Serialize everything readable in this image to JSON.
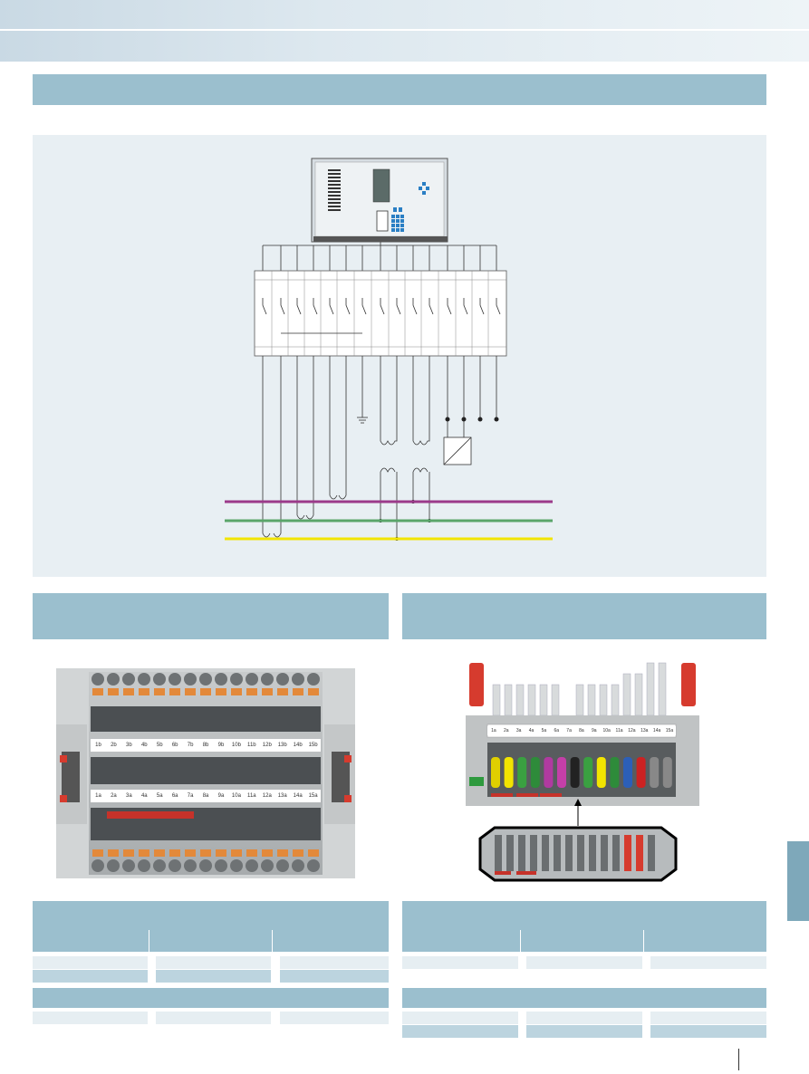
{
  "diagram": {
    "colors": {
      "phase_1": "#9b3a8a",
      "phase_2": "#5aa56a",
      "phase_3": "#f2e400"
    }
  },
  "photo_left": {
    "row_b_labels": [
      "1b",
      "2b",
      "3b",
      "4b",
      "5b",
      "6b",
      "7b",
      "8b",
      "9b",
      "10b",
      "11b",
      "12b",
      "13b",
      "14b",
      "15b"
    ],
    "row_a_labels": [
      "1a",
      "2a",
      "3a",
      "4a",
      "5a",
      "6a",
      "7a",
      "8a",
      "9a",
      "10a",
      "11a",
      "12a",
      "13a",
      "14a",
      "15a"
    ]
  },
  "photo_right": {
    "labels": [
      "1a",
      "2a",
      "3a",
      "4a",
      "5a",
      "6a",
      "7a",
      "8a",
      "9a",
      "10a",
      "11a",
      "12a",
      "13a",
      "14a",
      "15a"
    ],
    "plug_colors": [
      "#e0cf00",
      "#f2e400",
      "#3aa041",
      "#2e8b3a",
      "#b03aa0",
      "#c43fa8",
      "#222222",
      "#3aa041",
      "#f2e400",
      "#2e8b3a",
      "#2c5fb8",
      "#cc2222",
      "#888888",
      "#888888"
    ]
  }
}
